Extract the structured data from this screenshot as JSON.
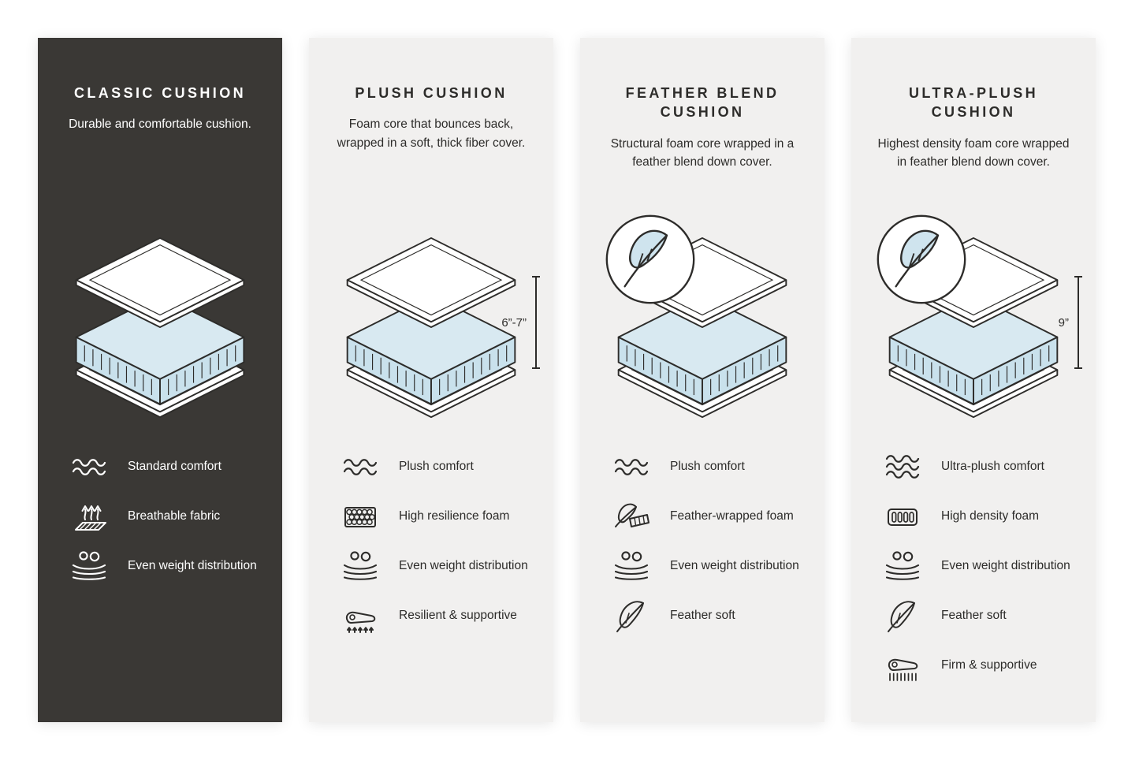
{
  "page": {
    "background": "#ffffff"
  },
  "colors": {
    "dark_panel": "#3a3835",
    "light_panel": "#f1f0ef",
    "ink": "#2d2c2a",
    "cushion_blue_side": "#c9e1ec",
    "cushion_blue_top": "#d8e9f1",
    "white": "#ffffff"
  },
  "columns": [
    {
      "title": "CLASSIC CUSHION",
      "description": "Durable and comfortable cushion.",
      "theme": "dark",
      "has_feather_badge": false,
      "measurement": "",
      "features": [
        {
          "icon": "waves-icon",
          "label": "Standard comfort"
        },
        {
          "icon": "breathable-fabric-icon",
          "label": "Breathable fabric"
        },
        {
          "icon": "even-weight-icon",
          "label": "Even weight distribution"
        }
      ]
    },
    {
      "title": "PLUSH CUSHION",
      "description": "Foam core that bounces back, wrapped in a soft, thick fiber cover.",
      "theme": "light",
      "has_feather_badge": false,
      "measurement": "6”-7”",
      "features": [
        {
          "icon": "waves-icon",
          "label": "Plush comfort"
        },
        {
          "icon": "resilience-foam-icon",
          "label": "High resilience foam"
        },
        {
          "icon": "even-weight-icon",
          "label": "Even weight distribution"
        },
        {
          "icon": "resilient-supportive-icon",
          "label": "Resilient & supportive"
        }
      ]
    },
    {
      "title": "FEATHER BLEND CUSHION",
      "description": "Structural foam core wrapped in a feather blend down cover.",
      "theme": "light",
      "has_feather_badge": true,
      "measurement": "",
      "features": [
        {
          "icon": "waves-icon",
          "label": "Plush comfort"
        },
        {
          "icon": "feather-wrapped-foam-icon",
          "label": "Feather-wrapped foam"
        },
        {
          "icon": "even-weight-icon",
          "label": "Even weight distribution"
        },
        {
          "icon": "feather-icon",
          "label": "Feather soft"
        }
      ]
    },
    {
      "title": "ULTRA-PLUSH CUSHION",
      "description": "Highest density foam core wrapped in feather blend down cover.",
      "theme": "light",
      "has_feather_badge": true,
      "measurement": "9”",
      "features": [
        {
          "icon": "waves-icon",
          "label": "Ultra-plush comfort"
        },
        {
          "icon": "high-density-foam-icon",
          "label": "High density foam"
        },
        {
          "icon": "even-weight-icon",
          "label": "Even weight distribution"
        },
        {
          "icon": "feather-icon",
          "label": "Feather soft"
        },
        {
          "icon": "firm-supportive-icon",
          "label": "Firm & supportive"
        }
      ]
    }
  ]
}
